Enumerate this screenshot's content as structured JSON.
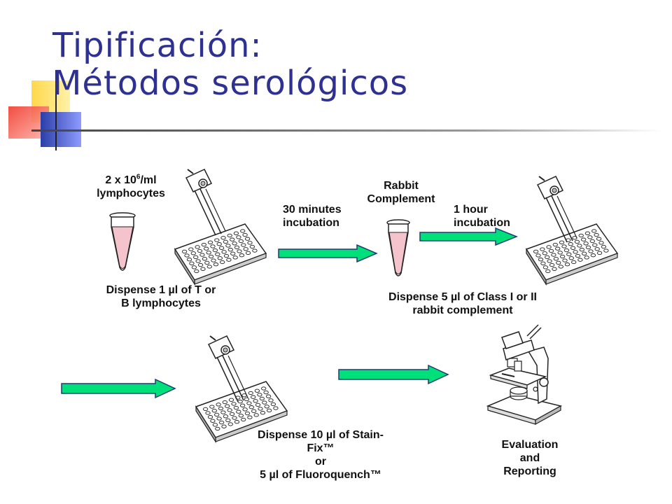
{
  "title": {
    "line1": "Tipificación:",
    "line2": "Métodos serológicos"
  },
  "steps": {
    "lymphocytes_concentration": {
      "base": "2 x 10",
      "exponent": "6",
      "unit": "/ml",
      "line2": "lymphocytes"
    },
    "dispense_lymphocytes": {
      "line1": "Dispense 1 µl of T or",
      "line2": "B lymphocytes"
    },
    "incubation_30": {
      "line1": "30 minutes",
      "line2": "incubation"
    },
    "rabbit_complement": {
      "line1": "Rabbit",
      "line2": "Complement"
    },
    "incubation_1h": {
      "line1": "1 hour",
      "line2": "incubation"
    },
    "dispense_complement": {
      "line1": "Dispense 5 µl of Class I or II",
      "line2": "rabbit complement"
    },
    "dispense_stain": {
      "line1": "Dispense 10 µl of Stain-",
      "line2": "Fix™",
      "line3": "or",
      "line4": "5 µl of Fluoroquench™"
    },
    "evaluation": {
      "line1": "Evaluation",
      "line2": "and",
      "line3": "Reporting"
    }
  },
  "colors": {
    "title": "#2e3192",
    "arrow_fill": "#00e07a",
    "arrow_stroke": "#1a3f6f",
    "tube_liquid": "#f4c3cc",
    "deco_yellow": "#ffd84a",
    "deco_red": "#f03a2b",
    "deco_blue": "#2b3ea8"
  }
}
